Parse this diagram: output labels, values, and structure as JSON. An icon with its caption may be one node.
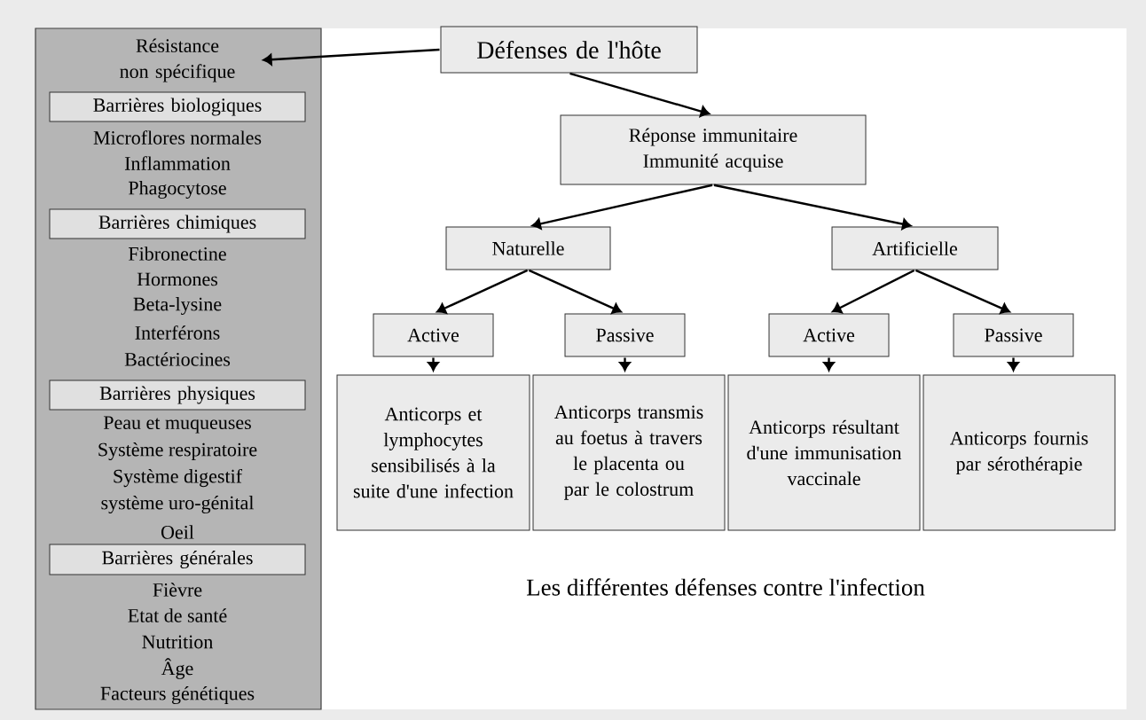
{
  "diagram": {
    "caption": "Les différentes défenses contre l'infection",
    "nodes": [
      {
        "text": [],
        "shape": "box"
      },
      {
        "text": [
          "Résistance non spécifique"
        ],
        "in": 0
      },
      {
        "text": [
          "Barrières biologiques"
        ],
        "in": 0
      },
      {
        "text": [
          "Barrières chimiques"
        ],
        "in": 0
      },
      {
        "text": [
          "Barrières physiques"
        ],
        "in": 0
      },
      {
        "text": [
          "Barrières générales"
        ],
        "in": 0
      },
      {
        "text": [
          "Défenses de l'hôte"
        ]
      },
      {
        "text": [
          "Réponse immunitaire Immunité acquise"
        ]
      },
      {
        "text": [
          "Naturelle"
        ]
      },
      {
        "text": [
          "Artificielle"
        ]
      },
      {
        "text": [
          "Active"
        ]
      },
      {
        "text": [
          "Passive"
        ]
      },
      {
        "text": [
          "Active"
        ]
      },
      {
        "text": [
          "Passive"
        ]
      },
      {
        "text": [
          "Anticorps et lymphocytes sensibilisés à la suite d'une infection"
        ]
      },
      {
        "text": [
          "Anticorps transmis au foetus à travers le placenta ou par le colostrum"
        ]
      },
      {
        "text": [
          "Anticorps résultant d'une immunisation vaccinale"
        ]
      },
      {
        "text": [
          "Anticorps fournis par sérothérapie"
        ]
      }
    ],
    "edges": [
      {
        "from": 6,
        "to": 1,
        "arrow": "to"
      },
      {
        "from": 6,
        "to": 7,
        "arrow": "to"
      },
      {
        "from": 7,
        "to": 8,
        "arrow": "to"
      },
      {
        "from": 7,
        "to": 9,
        "arrow": "to"
      },
      {
        "from": 8,
        "to": 10,
        "arrow": "to"
      },
      {
        "from": 8,
        "to": 11,
        "arrow": "to"
      },
      {
        "from": 9,
        "to": 12,
        "arrow": "to"
      },
      {
        "from": 9,
        "to": 13,
        "arrow": "to"
      },
      {
        "from": 10,
        "to": 14,
        "arrow": "to"
      },
      {
        "from": 11,
        "to": 15,
        "arrow": "to"
      },
      {
        "from": 12,
        "to": 16,
        "arrow": "to"
      },
      {
        "from": 13,
        "to": 17,
        "arrow": "to"
      }
    ],
    "labels": [
      "Microflores normales",
      "Inflammation",
      "Phagocytose",
      "Fibronectine",
      "Hormones",
      "Beta-lysine",
      "Interférons",
      "Bactériocines",
      "Peau et muqueuses",
      "Système respiratoire",
      "Système digestif",
      "système uro-génital",
      "Oeil",
      "Fièvre",
      "Etat de santé",
      "Nutrition",
      "Âge",
      "Facteurs génétiques"
    ]
  }
}
